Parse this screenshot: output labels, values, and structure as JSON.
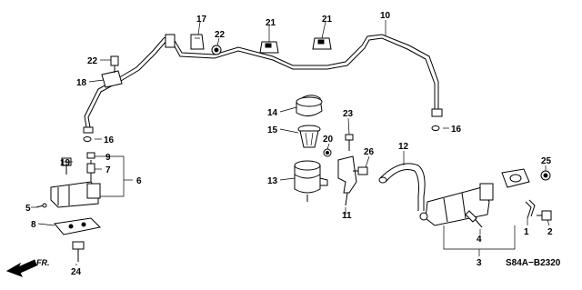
{
  "diagram_code": "S84A−B2320",
  "direction_label": "FR.",
  "callouts": {
    "c1": "1",
    "c2": "2",
    "c3": "3",
    "c4": "4",
    "c5": "5",
    "c6": "6",
    "c7": "7",
    "c8": "8",
    "c9": "9",
    "c10": "10",
    "c11": "11",
    "c12": "12",
    "c13": "13",
    "c14": "14",
    "c15": "15",
    "c16a": "16",
    "c16b": "16",
    "c17": "17",
    "c18": "18",
    "c19": "19",
    "c20": "20",
    "c21a": "21",
    "c21b": "21",
    "c22a": "22",
    "c22b": "22",
    "c23": "23",
    "c24": "24",
    "c25": "25",
    "c26": "26"
  }
}
